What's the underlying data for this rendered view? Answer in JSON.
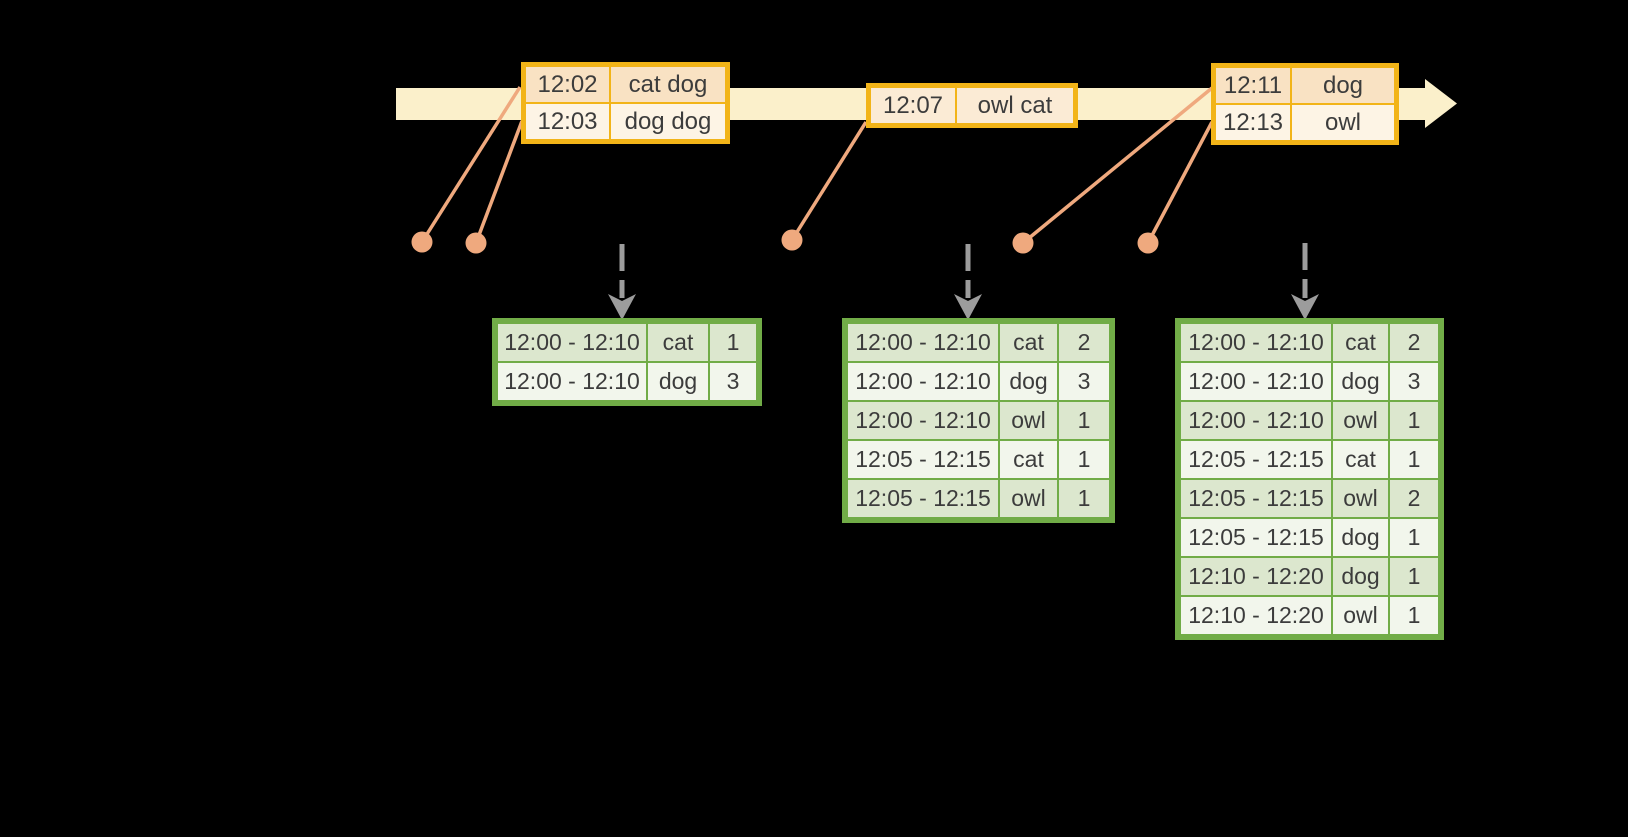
{
  "colors": {
    "background": "#000000",
    "timeline-fill": "#FBF0CB",
    "event-border": "#F2B418",
    "event-row-dark": "#F9E2C3",
    "event-row-mid": "#FBEBD5",
    "event-row-light": "#FDF4E5",
    "connector-orange": "#EFA97E",
    "result-border": "#71AC47",
    "result-row-dark": "#DCE7CE",
    "result-row-light": "#F2F6EC",
    "trigger-gray": "#9C9C9C",
    "text": "#3C3C3C"
  },
  "icons": {
    "timeline-arrowhead": "filled right-pointing triangle",
    "event-marker": "filled orange circle",
    "trigger-arrow": "gray dashed line with downward chevron head"
  },
  "events": [
    {
      "rows": [
        {
          "time": "12:02",
          "words": "cat dog"
        },
        {
          "time": "12:03",
          "words": "dog dog"
        }
      ]
    },
    {
      "rows": [
        {
          "time": "12:07",
          "words": "owl cat"
        }
      ]
    },
    {
      "rows": [
        {
          "time": "12:11",
          "words": "dog"
        },
        {
          "time": "12:13",
          "words": "owl"
        }
      ]
    }
  ],
  "results": [
    {
      "rows": [
        {
          "window": "12:00 - 12:10",
          "word": "cat",
          "count": "1"
        },
        {
          "window": "12:00 - 12:10",
          "word": "dog",
          "count": "3"
        }
      ]
    },
    {
      "rows": [
        {
          "window": "12:00 - 12:10",
          "word": "cat",
          "count": "2"
        },
        {
          "window": "12:00 - 12:10",
          "word": "dog",
          "count": "3"
        },
        {
          "window": "12:00 - 12:10",
          "word": "owl",
          "count": "1"
        },
        {
          "window": "12:05 - 12:15",
          "word": "cat",
          "count": "1"
        },
        {
          "window": "12:05 - 12:15",
          "word": "owl",
          "count": "1"
        }
      ]
    },
    {
      "rows": [
        {
          "window": "12:00 - 12:10",
          "word": "cat",
          "count": "2"
        },
        {
          "window": "12:00 - 12:10",
          "word": "dog",
          "count": "3"
        },
        {
          "window": "12:00 - 12:10",
          "word": "owl",
          "count": "1"
        },
        {
          "window": "12:05 - 12:15",
          "word": "cat",
          "count": "1"
        },
        {
          "window": "12:05 - 12:15",
          "word": "owl",
          "count": "2"
        },
        {
          "window": "12:05 - 12:15",
          "word": "dog",
          "count": "1"
        },
        {
          "window": "12:10 - 12:20",
          "word": "dog",
          "count": "1"
        },
        {
          "window": "12:10 - 12:20",
          "word": "owl",
          "count": "1"
        }
      ]
    }
  ]
}
